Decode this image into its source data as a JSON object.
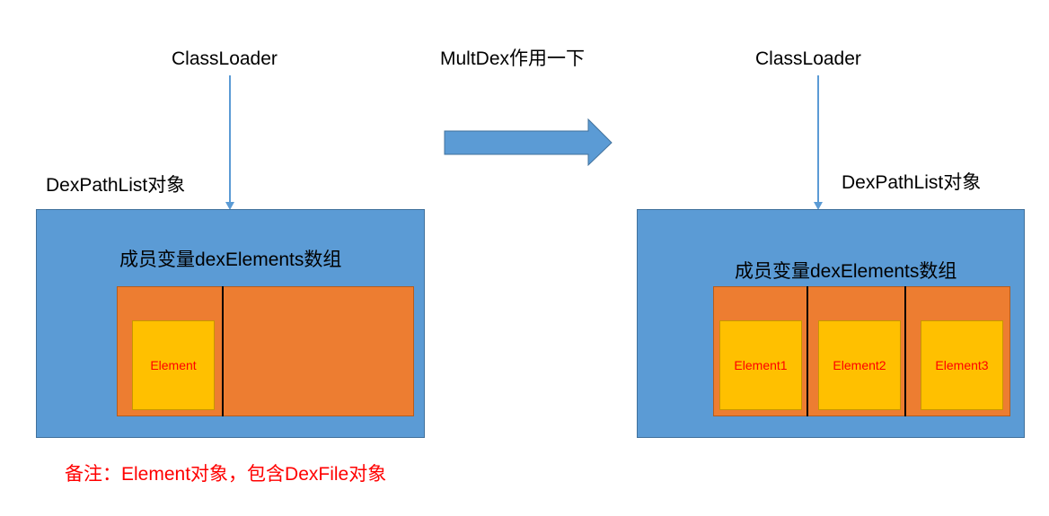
{
  "left": {
    "classloader": "ClassLoader",
    "dexpathlist": "DexPathList对象",
    "array_title": "成员变量dexElements数组",
    "elements": [
      "Element"
    ]
  },
  "middle": {
    "caption": "MultDex作用一下"
  },
  "right": {
    "classloader": "ClassLoader",
    "dexpathlist": "DexPathList对象",
    "array_title": "成员变量dexElements数组",
    "elements": [
      "Element1",
      "Element2",
      "Element3"
    ]
  },
  "note": "备注：Element对象，包含DexFile对象",
  "colors": {
    "container": "#5b9bd5",
    "array": "#ed7d31",
    "element": "#ffc000",
    "element_text": "#ff0000",
    "arrow": "#5b9bd5",
    "note_text": "#ff0000"
  }
}
